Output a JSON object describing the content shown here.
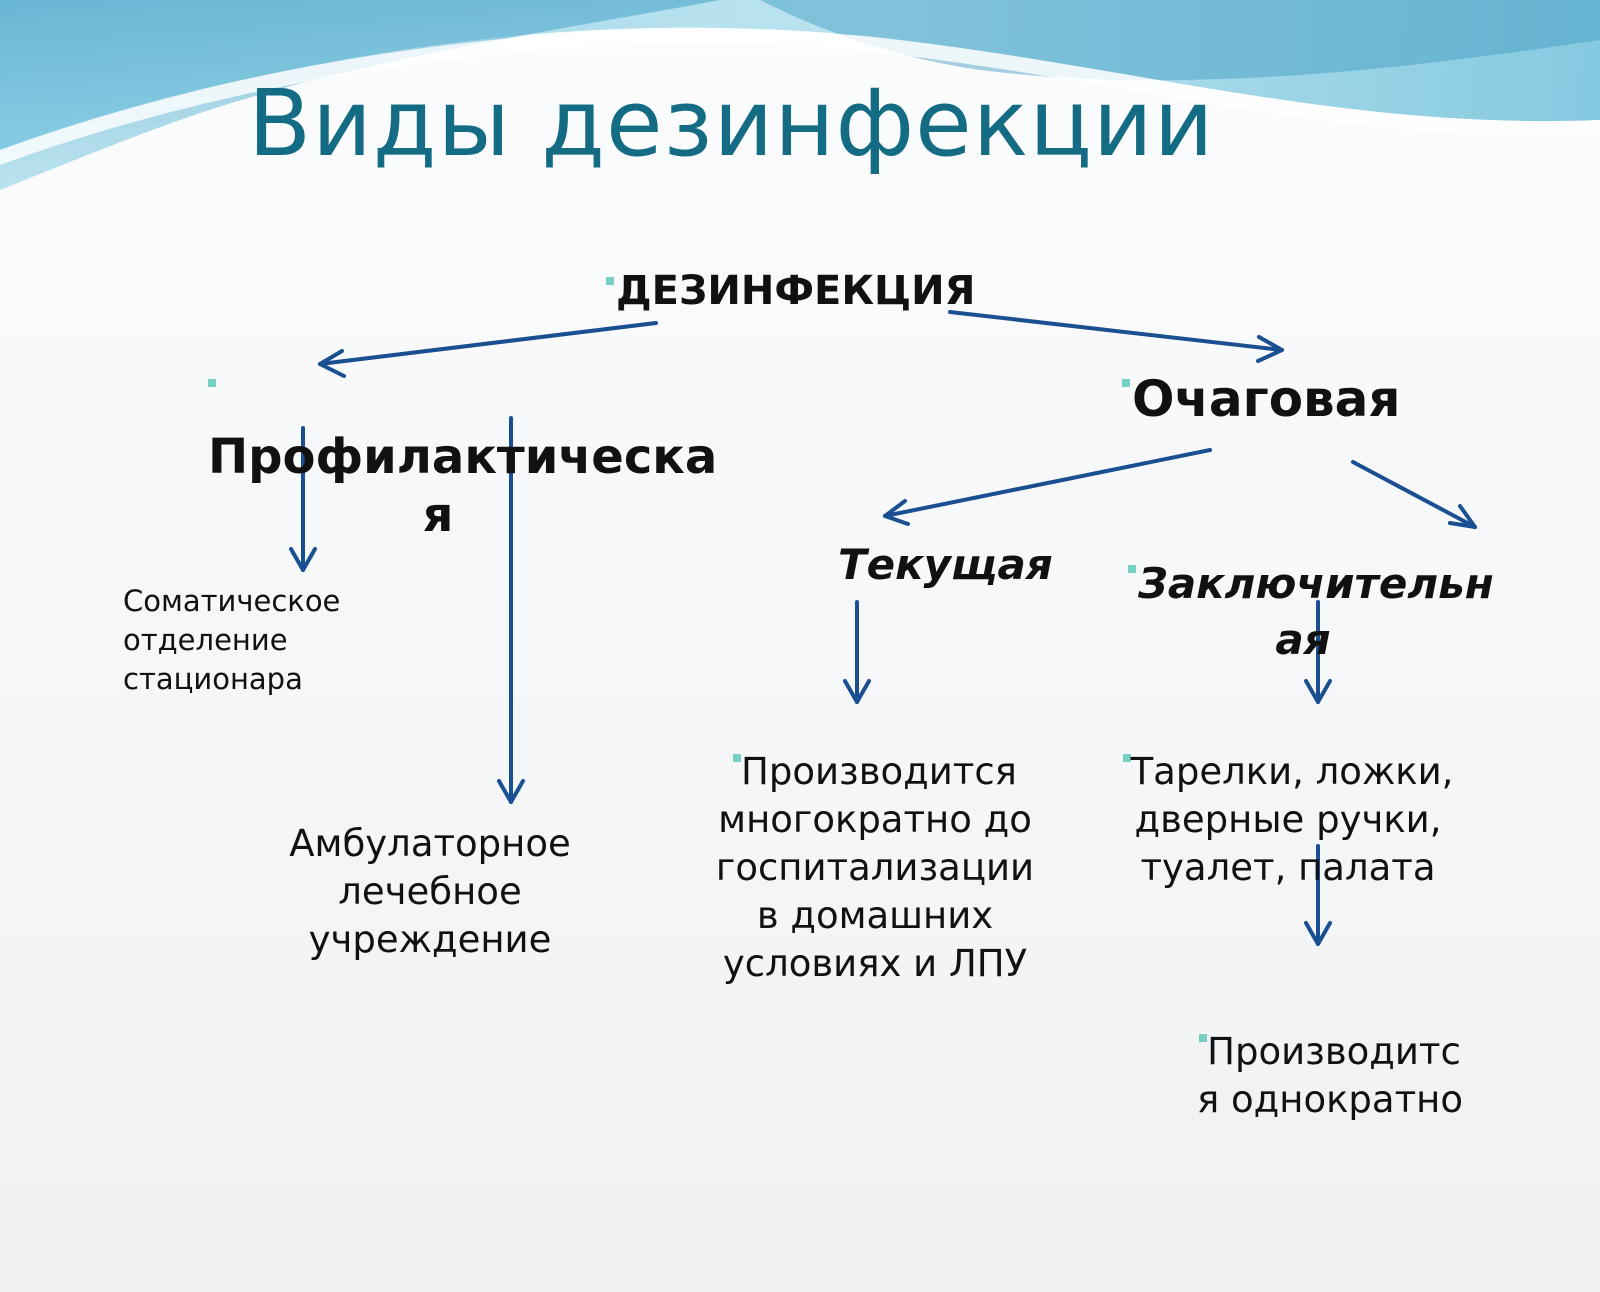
{
  "slide": {
    "title": "Виды дезинфекции"
  },
  "diagram": {
    "root": "ДЕЗИНФЕКЦИЯ",
    "branches": {
      "prophylactic": {
        "label_line1": "Профилактическа",
        "label_line2": "я",
        "children": [
          "Соматическое\nотделение\nстационара",
          "Амбулаторное\nлечебное\nучреждение"
        ]
      },
      "focal": {
        "label": "Очаговая",
        "current": {
          "label": "Текущая",
          "description": "Производится\nмногократно до\nгоспитализации\nв домашних\nусловиях и ЛПУ"
        },
        "final": {
          "label_line1": "Заключительн",
          "label_line2": "ая",
          "objects": "Тарелки, ложки,\nдверные ручки,\nтуалет, палата",
          "frequency": "Производитс\nя однократно"
        }
      }
    }
  },
  "colors": {
    "title": "#136b84",
    "arrow": "#1a4f91",
    "bullet": "#77d0c3",
    "text": "#111111",
    "wave_dark": "#4aa9cc",
    "wave_light": "#a9dced"
  }
}
